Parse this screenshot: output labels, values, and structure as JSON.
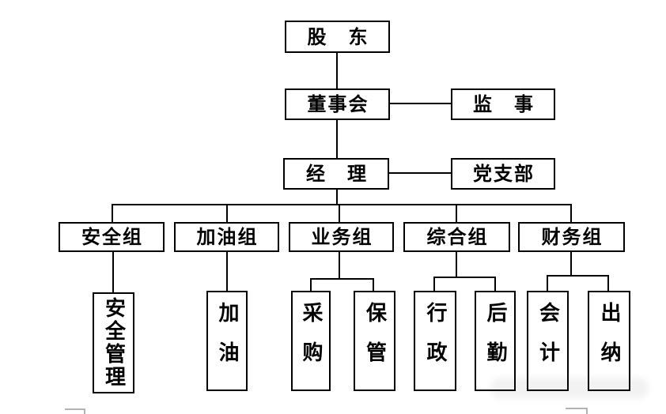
{
  "diagram": {
    "type": "organizational-chart",
    "language": "zh-CN",
    "colors": {
      "background": "#ffffff",
      "line": "#000000",
      "box_border": "#000000",
      "text": "#000000",
      "partial_placeholder_gray": "#b3b3b3"
    },
    "nodes": {
      "shareholder": {
        "label": "股　东"
      },
      "board": {
        "label": "董事会"
      },
      "supervisor": {
        "label": "监　事"
      },
      "manager": {
        "label": "经　理"
      },
      "party_branch": {
        "label": "党支部"
      },
      "groups": [
        {
          "label": "安全组"
        },
        {
          "label": "加油组"
        },
        {
          "label": "业务组"
        },
        {
          "label": "综合组"
        },
        {
          "label": "财务组"
        }
      ],
      "leaves": [
        {
          "label": "安全管理",
          "parent": "安全组"
        },
        {
          "label": "加油",
          "parent": "加油组"
        },
        {
          "label": "采购",
          "parent": "业务组"
        },
        {
          "label": "保管",
          "parent": "业务组"
        },
        {
          "label": "行政",
          "parent": "综合组"
        },
        {
          "label": "后勤",
          "parent": "综合组"
        },
        {
          "label": "会计",
          "parent": "财务组"
        },
        {
          "label": "出纳",
          "parent": "财务组"
        }
      ]
    },
    "edges": [
      [
        "股东",
        "董事会"
      ],
      [
        "董事会",
        "监事"
      ],
      [
        "董事会",
        "经理"
      ],
      [
        "经理",
        "党支部"
      ],
      [
        "经理",
        "安全组"
      ],
      [
        "经理",
        "加油组"
      ],
      [
        "经理",
        "业务组"
      ],
      [
        "经理",
        "综合组"
      ],
      [
        "经理",
        "财务组"
      ],
      [
        "安全组",
        "安全管理"
      ],
      [
        "加油组",
        "加油"
      ],
      [
        "业务组",
        "采购"
      ],
      [
        "业务组",
        "保管"
      ],
      [
        "综合组",
        "行政"
      ],
      [
        "综合组",
        "后勤"
      ],
      [
        "财务组",
        "会计"
      ],
      [
        "财务组",
        "出纳"
      ]
    ]
  }
}
